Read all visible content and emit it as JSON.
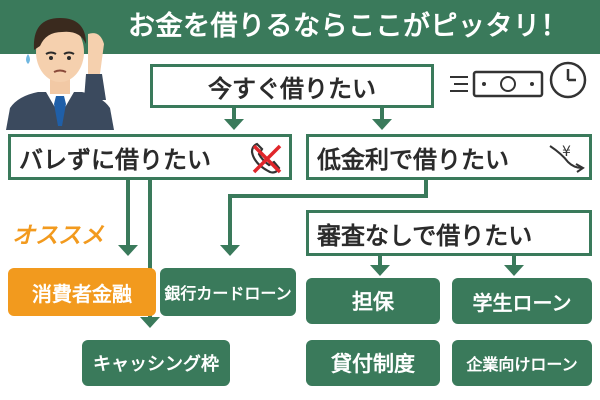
{
  "header": {
    "title": "お金を借りるならここがピッタリ！"
  },
  "nodes": {
    "top": "今すぐ借りたい",
    "secret": "バレずに借りたい",
    "low_interest": "低金利で借りたい",
    "no_screening": "審査なしで借りたい"
  },
  "recommend_label": "オススメ",
  "results": {
    "consumer_finance": "消費者金融",
    "bank_card_loan": "銀行カードローン",
    "cashing_limit": "キャッシング枠",
    "collateral": "担保",
    "student_loan": "学生ローン",
    "pawn": "貸付制度",
    "corporate_loan": "企業向けローン"
  },
  "icons": {
    "money": "money-bill-icon",
    "clock": "clock-icon",
    "phone_cross": "phone-crossed-icon",
    "yen_down": "yen-down-icon"
  },
  "colors": {
    "primary_green": "#3a7a5b",
    "accent_orange": "#f29a1e",
    "cross_red": "#e0262b"
  }
}
